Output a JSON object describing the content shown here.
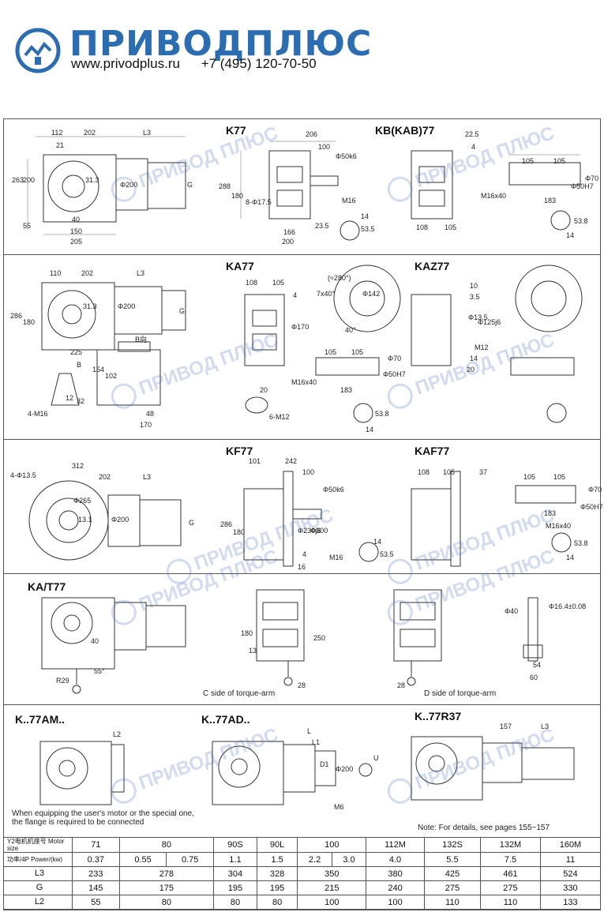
{
  "header": {
    "brand": "ПРИВОДПЛЮС",
    "website": "www.privodplus.ru",
    "phone": "+7 (495) 120-70-50"
  },
  "watermark": "ПРИВОД ПЛЮС",
  "sections": {
    "k77": {
      "title_left": "K77",
      "title_right": "KB(KAB)77",
      "dims": [
        "112",
        "202",
        "L3",
        "21",
        "263",
        "200",
        "31.3",
        "Φ200",
        "G",
        "55",
        "40",
        "150",
        "205",
        "206",
        "100",
        "Φ50k6",
        "288",
        "180",
        "8-Φ17.5",
        "M16",
        "166",
        "23.5",
        "200",
        "14",
        "53.5",
        "22.5",
        "4",
        "105",
        "105",
        "M16x40",
        "Φ50H7",
        "Φ70",
        "183",
        "108",
        "105",
        "53.8",
        "14"
      ]
    },
    "ka77": {
      "title_left": "KA77",
      "title_right": "KAZ77",
      "dims": [
        "110",
        "202",
        "L3",
        "286",
        "180",
        "31.3",
        "Φ200",
        "G",
        "225",
        "B",
        "B向",
        "154",
        "102",
        "48",
        "170",
        "4-M16",
        "12",
        "32",
        "108",
        "105",
        "4",
        "Φ170",
        "7x40°",
        "(≈280°)",
        "Φ142",
        "40°",
        "20",
        "6-M12",
        "105",
        "105",
        "M16x40",
        "Φ50H7",
        "Φ70",
        "183",
        "53.8",
        "14",
        "10",
        "3.5",
        "Φ13.5",
        "Φ125j6",
        "M12",
        "14",
        "20"
      ]
    },
    "kf77": {
      "title_left": "KF77",
      "title_right": "KAF77",
      "dims": [
        "4-Φ13.5",
        "312",
        "202",
        "L3",
        "Φ265",
        "13.1",
        "Φ200",
        "G",
        "101",
        "242",
        "100",
        "Φ50k6",
        "286",
        "180",
        "Φ230j6",
        "Φ300",
        "M16",
        "4",
        "16",
        "14",
        "53.5",
        "108",
        "105",
        "37",
        "105",
        "105",
        "Φ50H7",
        "Φ70",
        "183",
        "M16x40",
        "53.8",
        "14"
      ]
    },
    "kat77": {
      "title": "KA/T77",
      "dims": [
        "40",
        "55°",
        "R29",
        "180",
        "13",
        "250",
        "28",
        "28",
        "Φ40",
        "Φ16.4±0.08",
        "54",
        "60"
      ],
      "label_c": "C side of torque-arm",
      "label_d": "D side of torque-arm"
    },
    "kam": {
      "title_am": "K..77AM..",
      "title_ad": "K..77AD..",
      "title_r": "K..77R37",
      "dims": [
        "L2",
        "L",
        "L1",
        "D1",
        "Φ200",
        "U",
        "M6",
        "157",
        "L3"
      ],
      "note_flange": "When equipping the user's motor or the special one, the flange is required to be connected",
      "note_details": "Note: For details, see pages 155~157"
    }
  },
  "spec_table": {
    "row_headers": [
      "Y2电机机座号 Motor size",
      "功率/4P Power/(kw)",
      "L3",
      "G",
      "L2"
    ],
    "motor_size": [
      "71",
      "80",
      "90S",
      "90L",
      "100",
      "112M",
      "132S",
      "132M",
      "160M"
    ],
    "power": [
      [
        "0.37"
      ],
      [
        "0.55",
        "0.75"
      ],
      [
        "1.1"
      ],
      [
        "1.5"
      ],
      [
        "2.2",
        "3.0"
      ],
      [
        "4.0"
      ],
      [
        "5.5"
      ],
      [
        "7.5"
      ],
      [
        "11"
      ]
    ],
    "L3": [
      "233",
      "278",
      "304",
      "328",
      "350",
      "380",
      "425",
      "461",
      "524"
    ],
    "G": [
      "145",
      "175",
      "195",
      "195",
      "215",
      "240",
      "275",
      "275",
      "330"
    ],
    "L2": [
      "55",
      "80",
      "80",
      "80",
      "100",
      "100",
      "110",
      "110",
      "133"
    ]
  }
}
